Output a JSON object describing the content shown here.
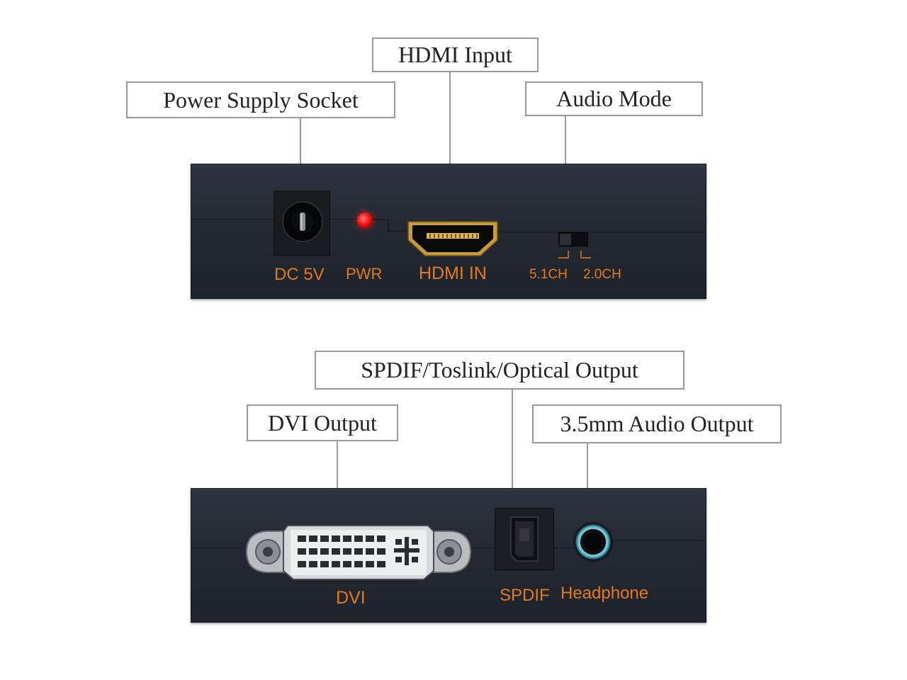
{
  "top_panel": {
    "callouts": {
      "power_supply": "Power Supply Socket",
      "hdmi_input": "HDMI Input",
      "audio_mode": "Audio Mode"
    },
    "labels": {
      "dc5v": "DC 5V",
      "pwr": "PWR",
      "hdmi_in": "HDMI IN",
      "ch51": "5.1CH",
      "ch20": "2.0CH"
    }
  },
  "bottom_panel": {
    "callouts": {
      "spdif": "SPDIF/Toslink/Optical Output",
      "dvi": "DVI Output",
      "audio_out": "3.5mm Audio Output"
    },
    "labels": {
      "dvi": "DVI",
      "spdif": "SPDIF",
      "headphone": "Headphone"
    }
  },
  "colors": {
    "panel": "#242932",
    "label_orange": "#e07c1f",
    "callout_border": "#9a9a9a",
    "led_red": "#ff1a1a"
  }
}
